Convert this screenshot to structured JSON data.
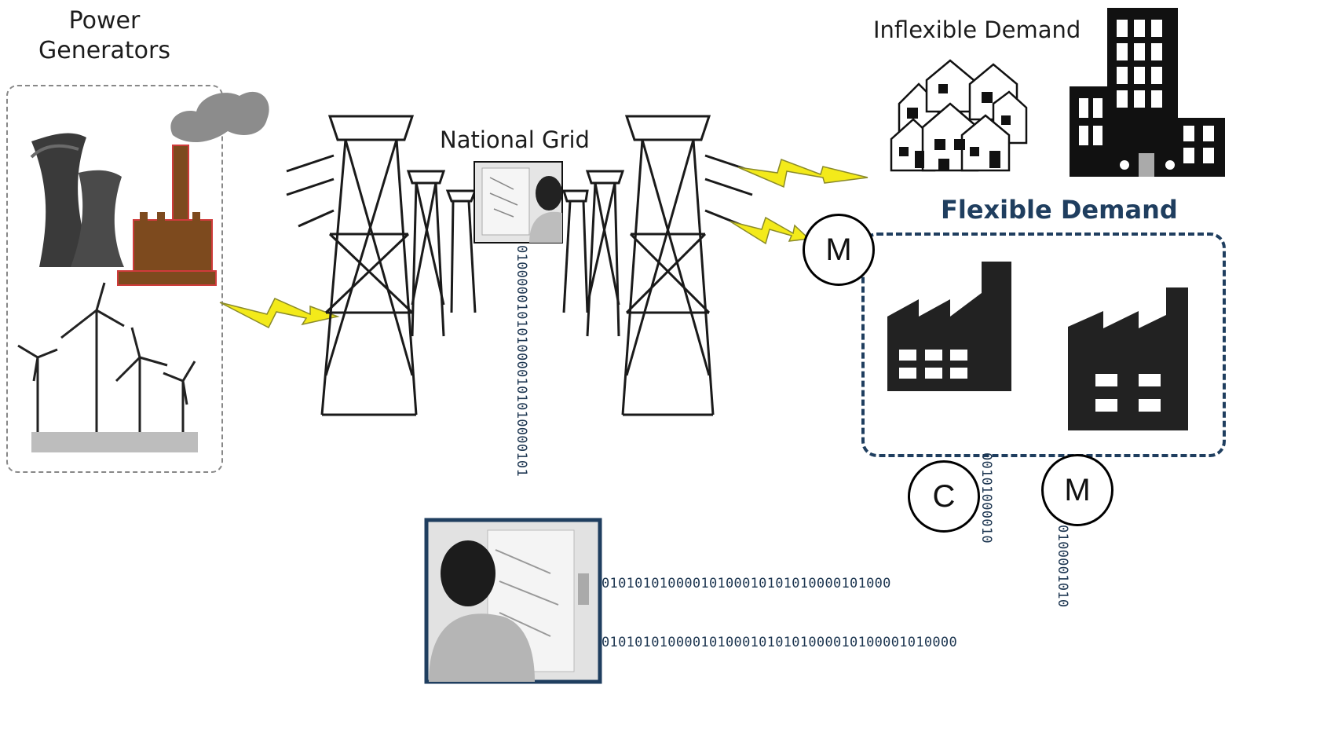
{
  "labels": {
    "power_generators": "Power\nGenerators",
    "national_grid": "National Grid",
    "inflexible_demand": "Inflexible Demand",
    "flexible_demand": "Flexible Demand"
  },
  "badges": {
    "meter_top": "M",
    "controller": "C",
    "meter_bottom": "M"
  },
  "binary_streams": {
    "grid_vertical": "0100000101010000101010000101",
    "controller_vertical": "00101000010",
    "meter_vertical": "0100001010",
    "horizontal_top": "01010101000010100010101010000101000",
    "horizontal_bottom": "0101010100001010001010101000010100001010000"
  },
  "colors": {
    "flexible_frame": "#1f3e5f",
    "lightning": "#f3ea1a",
    "chimney_brick": "#7d4a1e",
    "operator_frame": "#1f3e5f"
  }
}
